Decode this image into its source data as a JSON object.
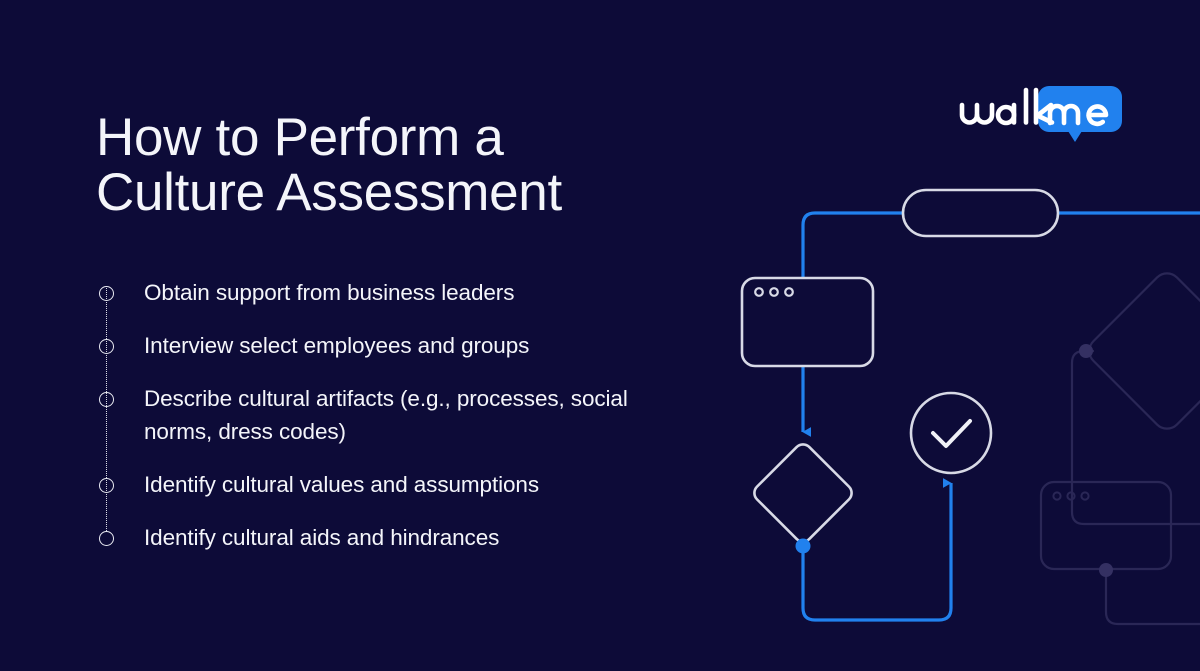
{
  "page": {
    "background_color": "#0d0b38",
    "text_color": "#f4f5fa",
    "accent_blue": "#2181ee",
    "outline_color": "#d8dae6",
    "faded_outline_color": "#2a2756"
  },
  "title": {
    "text": "How to Perform a\nCulture Assessment"
  },
  "logo": {
    "word_mark": "walk",
    "bubble_text": "me",
    "bubble_color": "#2181ee",
    "alt": "walkme"
  },
  "steps": [
    {
      "label": "Obtain support from business leaders"
    },
    {
      "label": "Interview select employees and groups"
    },
    {
      "label": "Describe cultural artifacts (e.g., processes, social norms, dress codes)"
    },
    {
      "label": "Identify cultural values and assumptions"
    },
    {
      "label": "Identify cultural aids and hindrances"
    }
  ],
  "flowchart": {
    "nodes": [
      {
        "name": "pill-node",
        "shape": "rounded-pill",
        "style": "outline-bright"
      },
      {
        "name": "browser-window-node",
        "shape": "browser-window",
        "style": "outline-bright",
        "dots": 3
      },
      {
        "name": "decision-diamond-node",
        "shape": "diamond",
        "style": "outline-bright"
      },
      {
        "name": "checkmark-circle-node",
        "shape": "circle-check",
        "style": "outline-bright"
      },
      {
        "name": "faded-diamond-node",
        "shape": "diamond",
        "style": "outline-faded"
      },
      {
        "name": "faded-window-node",
        "shape": "browser-window",
        "style": "outline-faded",
        "dots": 3
      }
    ],
    "connectors": [
      {
        "name": "blue-path-main",
        "color": "#2181ee",
        "arrow": "down"
      },
      {
        "name": "blue-path-return",
        "color": "#2181ee",
        "arrow": "up"
      },
      {
        "name": "faded-path-right",
        "color": "#2a2756",
        "arrow": "none"
      },
      {
        "name": "faded-path-bottom",
        "color": "#2a2756",
        "arrow": "none"
      }
    ]
  }
}
